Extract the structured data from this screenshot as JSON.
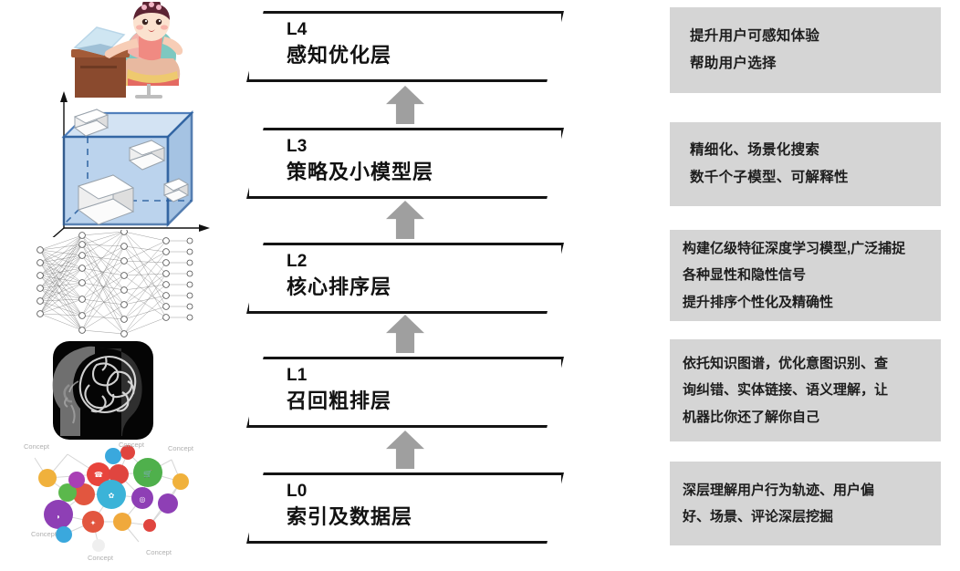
{
  "diagram": {
    "title_semantic": "search-system-layer-architecture",
    "layers": [
      {
        "code": "L4",
        "name": "感知优化层",
        "illustration": "person-at-computer-icon",
        "description_lines": [
          "提升用户可感知体验",
          "帮助用户选择"
        ]
      },
      {
        "code": "L3",
        "name": "策略及小模型层",
        "illustration": "3d-cube-space-icon",
        "description_lines": [
          "精细化、场景化搜索",
          "数千个子模型、可解释性"
        ]
      },
      {
        "code": "L2",
        "name": "核心排序层",
        "illustration": "neural-network-icon",
        "description_lines": [
          "构建亿级特征深度学习模型,广泛捕捉",
          "各种显性和隐性信号",
          "提升排序个性化及精确性"
        ]
      },
      {
        "code": "L1",
        "name": "召回粗排层",
        "illustration": "brain-head-icon",
        "description_lines": [
          "依托知识图谱，优化意图识别、查",
          "询纠错、实体链接、语义理解，让",
          "机器比你还了解你自己"
        ]
      },
      {
        "code": "L0",
        "name": "索引及数据层",
        "illustration": "concept-graph-icon",
        "description_lines": [
          "深层理解用户行为轨迹、用户偏",
          "好、场景、评论深层挖掘"
        ]
      }
    ],
    "arrows": [
      {
        "name": "arrow-l0-to-l1"
      },
      {
        "name": "arrow-l1-to-l2"
      },
      {
        "name": "arrow-l2-to-l3"
      },
      {
        "name": "arrow-l3-to-l4"
      }
    ],
    "concept_labels": [
      "Concept",
      "Concept",
      "Concept",
      "Concept",
      "Concept",
      "Concept"
    ],
    "colors": {
      "panel_background": "#d5d5d5",
      "box_border": "#141414",
      "box_fill": "#ffffff",
      "arrow_fill": "#9f9f9f",
      "text": "#111111",
      "cube_blue": "#4a7ebb",
      "cube_blue_fill": "#a8c6e8"
    }
  }
}
